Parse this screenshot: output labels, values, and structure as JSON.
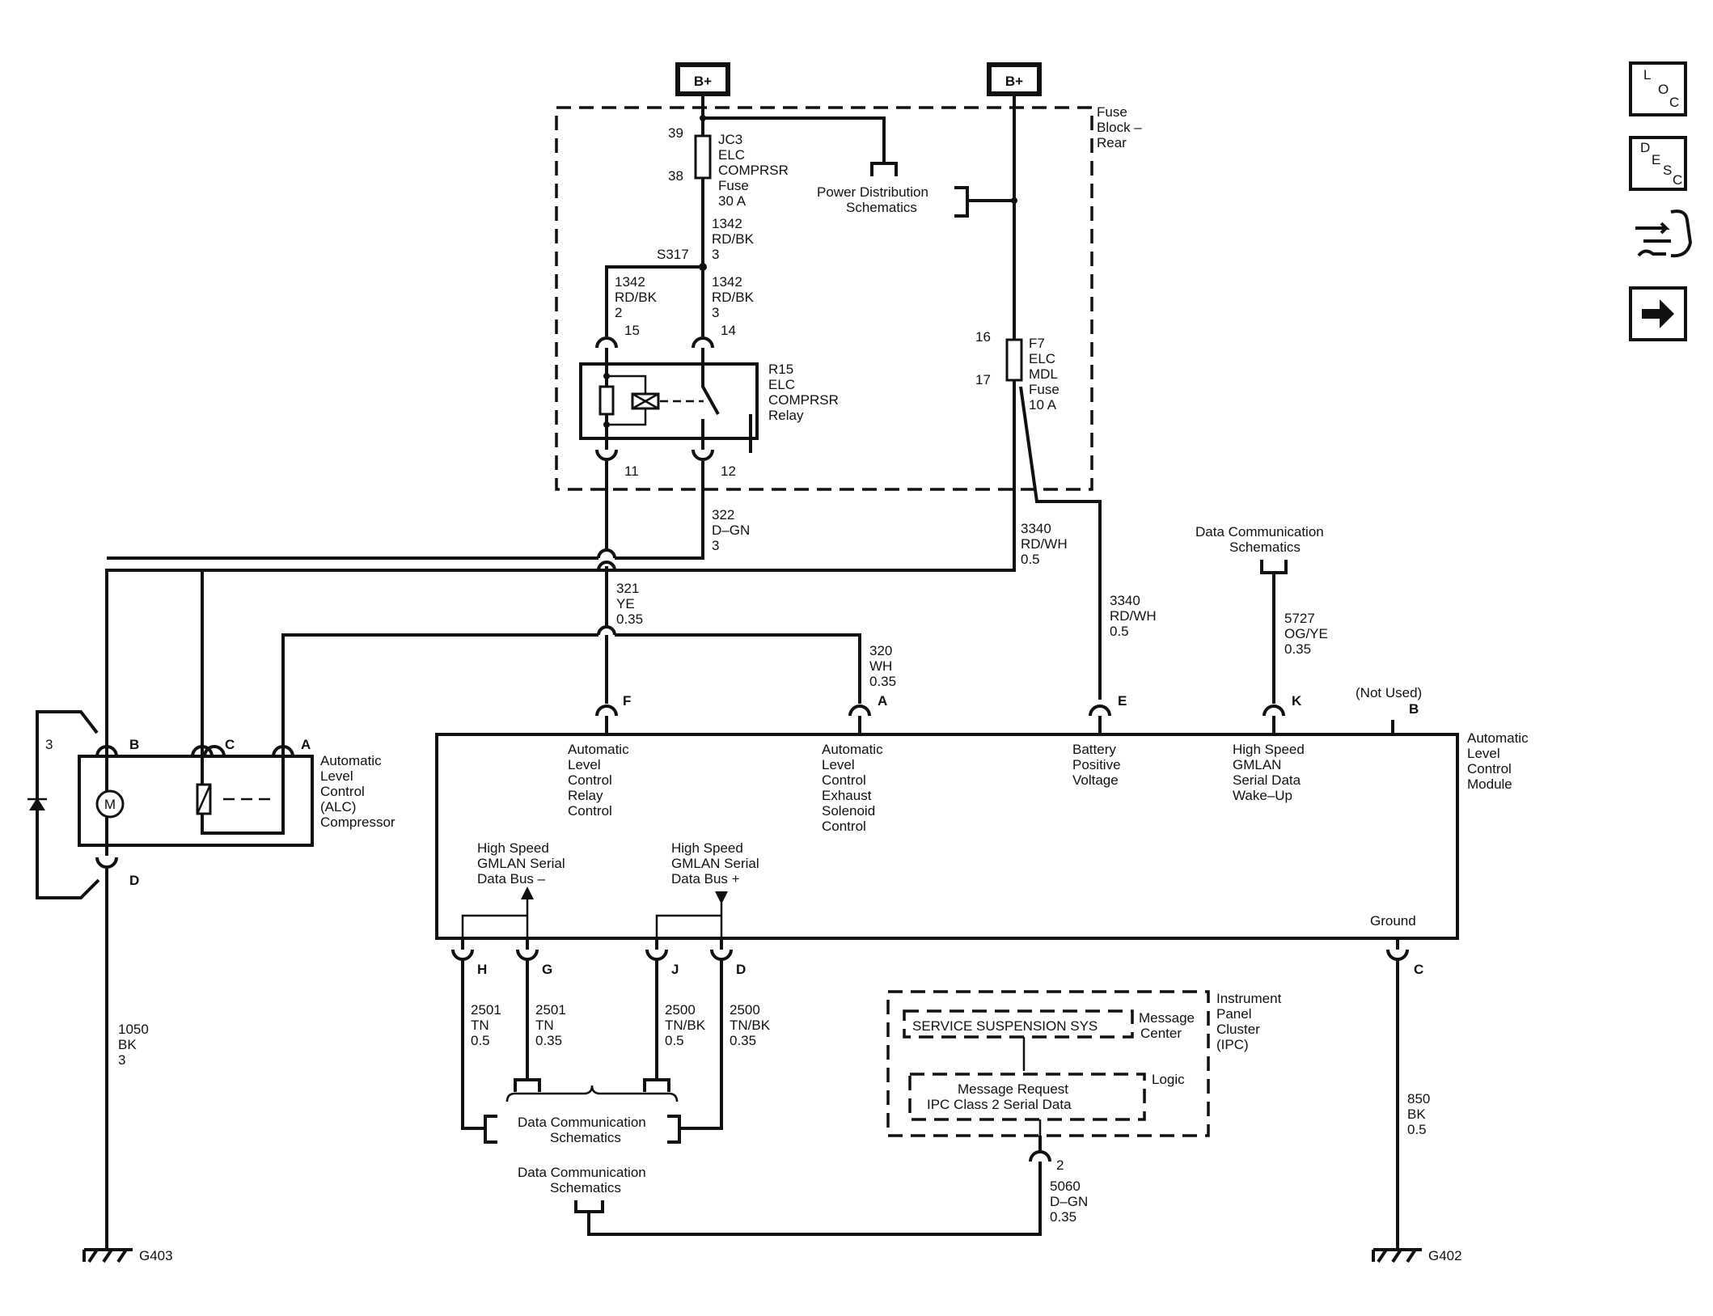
{
  "colors": {
    "wire": "#111111",
    "background": "#ffffff"
  },
  "power": {
    "b1": "B+",
    "b2": "B+"
  },
  "fuse_block": {
    "label1": "Fuse",
    "label2": "Block –",
    "label3": "Rear"
  },
  "fuse_jc3": {
    "pin_top": "39",
    "pin_bottom": "38",
    "l1": "JC3",
    "l2": "ELC",
    "l3": "COMPRSR",
    "l4": "Fuse",
    "l5": "30 A"
  },
  "fuse_f7": {
    "pin_top": "16",
    "pin_bottom": "17",
    "l1": "F7",
    "l2": "ELC",
    "l3": "MDL",
    "l4": "Fuse",
    "l5": "10 A"
  },
  "power_dist": {
    "l1": "Power Distribution",
    "l2": "Schematics"
  },
  "wire_1342_a": {
    "l1": "1342",
    "l2": "RD/BK",
    "l3": "3"
  },
  "splice": "S317",
  "wire_1342_b": {
    "l1": "1342",
    "l2": "RD/BK",
    "l3": "2"
  },
  "wire_1342_c": {
    "l1": "1342",
    "l2": "RD/BK",
    "l3": "3"
  },
  "relay": {
    "pin15": "15",
    "pin14": "14",
    "pin11": "11",
    "pin12": "12",
    "l1": "R15",
    "l2": "ELC",
    "l3": "COMPRSR",
    "l4": "Relay"
  },
  "wire_322": {
    "l1": "322",
    "l2": "D–GN",
    "l3": "3"
  },
  "wire_321": {
    "l1": "321",
    "l2": "YE",
    "l3": "0.35"
  },
  "wire_3340_a": {
    "l1": "3340",
    "l2": "RD/WH",
    "l3": "0.5"
  },
  "wire_3340_b": {
    "l1": "3340",
    "l2": "RD/WH",
    "l3": "0.5"
  },
  "wire_320": {
    "l1": "320",
    "l2": "WH",
    "l3": "0.35"
  },
  "data_comm_top": {
    "l1": "Data Communication",
    "l2": "Schematics"
  },
  "wire_5727": {
    "l1": "5727",
    "l2": "OG/YE",
    "l3": "0.35"
  },
  "not_used": "(Not Used)",
  "compressor": {
    "pinB": "B",
    "pinC": "C",
    "pinA": "A",
    "pinD": "D",
    "diode_pin": "3",
    "motor": "M",
    "l1": "Automatic",
    "l2": "Level",
    "l3": "Control",
    "l4": "(ALC)",
    "l5": "Compressor"
  },
  "module": {
    "title": [
      "Automatic",
      "Level",
      "Control",
      "Module"
    ],
    "pinF": "F",
    "pinA": "A",
    "pinE": "E",
    "pinK": "K",
    "pinB": "B",
    "pinH": "H",
    "pinG": "G",
    "pinJ": "J",
    "pinD": "D",
    "pinC": "C",
    "relay_ctrl": [
      "Automatic",
      "Level",
      "Control",
      "Relay",
      "Control"
    ],
    "exhaust_ctrl": [
      "Automatic",
      "Level",
      "Control",
      "Exhaust",
      "Solenoid",
      "Control"
    ],
    "battery": [
      "Battery",
      "Positive",
      "Voltage"
    ],
    "wakeup": [
      "High Speed",
      "GMLAN",
      "Serial Data",
      "Wake–Up"
    ],
    "bus_minus": [
      "High Speed",
      "GMLAN Serial",
      "Data Bus –"
    ],
    "bus_plus": [
      "High Speed",
      "GMLAN Serial",
      "Data Bus +"
    ],
    "ground": "Ground"
  },
  "wire_2501_a": {
    "l1": "2501",
    "l2": "TN",
    "l3": "0.5"
  },
  "wire_2501_b": {
    "l1": "2501",
    "l2": "TN",
    "l3": "0.35"
  },
  "wire_2500_a": {
    "l1": "2500",
    "l2": "TN/BK",
    "l3": "0.5"
  },
  "wire_2500_b": {
    "l1": "2500",
    "l2": "TN/BK",
    "l3": "0.35"
  },
  "data_comm_mid": {
    "l1": "Data Communication",
    "l2": "Schematics"
  },
  "data_comm_bot": {
    "l1": "Data Communication",
    "l2": "Schematics"
  },
  "wire_1050": {
    "l1": "1050",
    "l2": "BK",
    "l3": "3"
  },
  "wire_850": {
    "l1": "850",
    "l2": "BK",
    "l3": "0.5"
  },
  "wire_5060": {
    "pin": "2",
    "l1": "5060",
    "l2": "D–GN",
    "l3": "0.35"
  },
  "ipc": {
    "service_msg": "SERVICE SUSPENSION SYS",
    "message": "Message",
    "center": "Center",
    "request1": "Message Request",
    "request2": "IPC Class 2 Serial Data",
    "logic": "Logic",
    "title": [
      "Instrument",
      "Panel",
      "Cluster",
      "(IPC)"
    ]
  },
  "grounds": {
    "g403": "G403",
    "g402": "G402"
  },
  "nav_icons": [
    "location-icon",
    "description-icon",
    "connector-tool-icon",
    "next-arrow-icon"
  ],
  "nav": {
    "loc_l": "L",
    "loc_o": "O",
    "loc_c": "C",
    "desc_d": "D",
    "desc_e": "E",
    "desc_s": "S",
    "desc_c": "C"
  }
}
